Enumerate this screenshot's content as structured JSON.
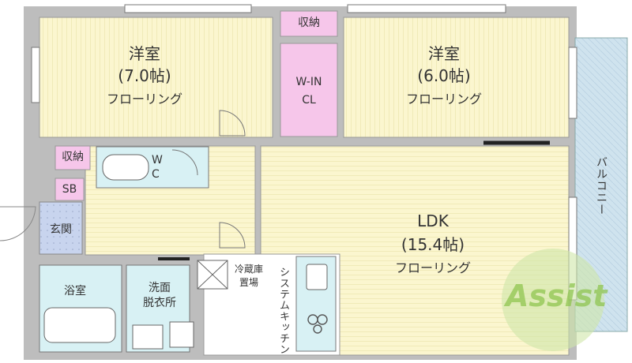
{
  "rooms": {
    "bedroom_left": {
      "name": "洋室",
      "size": "(7.0帖)",
      "floor": "フローリング"
    },
    "bedroom_right": {
      "name": "洋室",
      "size": "(6.0帖)",
      "floor": "フローリング"
    },
    "ldk": {
      "name": "LDK",
      "size": "(15.4帖)",
      "floor": "フローリング"
    },
    "walk_in_closet": {
      "line1": "W-IN",
      "line2": "CL"
    },
    "closet_top": "収納",
    "closet_left": "収納",
    "sb": "SB",
    "wc": {
      "line1": "W",
      "line2": "C"
    },
    "entrance": "玄関",
    "bathroom": "浴室",
    "washroom": {
      "line1": "洗面",
      "line2": "脱衣所"
    },
    "fridge_space": {
      "line1": "冷蔵庫",
      "line2": "置場"
    },
    "kitchen": "システムキッチン",
    "balcony": "バルコニー"
  },
  "watermark": "Assist",
  "colors": {
    "room_fill": "#fbf6cf",
    "room_line": "#d6cf8c",
    "closet_pink": "#f6c6ea",
    "wet_area": "#d8f1f4",
    "entrance_blue": "#c8d4ee",
    "balcony_blue": "#cfe3ee",
    "wall": "#555555"
  }
}
